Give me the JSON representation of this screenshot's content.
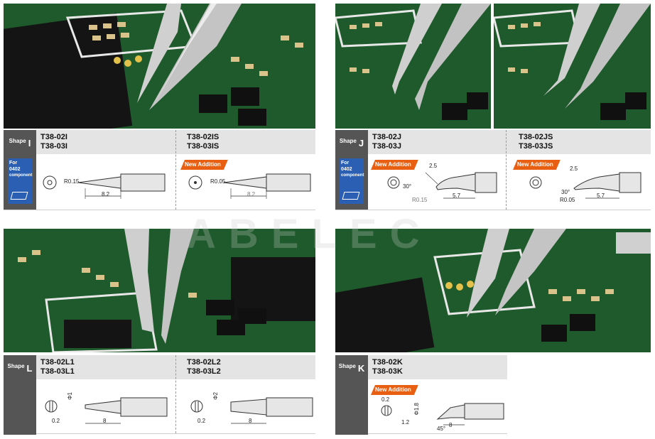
{
  "watermark": "ABELEC",
  "colors": {
    "board": "#1f5a2c",
    "tip": "#c9c9c9",
    "badge": "#e85f12",
    "label_bg": "#e4e4e4",
    "tab": "#555555",
    "for0402": "#2a5fb4"
  },
  "shape_i": {
    "label": "Shape",
    "letter": "I",
    "left": {
      "models": [
        "T38-02I",
        "T38-03I"
      ],
      "radius": "R0.15",
      "length": "8.2"
    },
    "right": {
      "models": [
        "T38-02IS",
        "T38-03IS"
      ],
      "badge": "New Addition",
      "radius": "R0.05",
      "length": "8.2"
    },
    "for0402": {
      "line1": "For",
      "line2": "0402",
      "line3": "component"
    }
  },
  "shape_j": {
    "label": "Shape",
    "letter": "J",
    "left": {
      "models": [
        "T38-02J",
        "T38-03J"
      ],
      "badge": "New Addition",
      "dim_top": "2.5",
      "angle": "30°",
      "length": "5.7",
      "radius": "R0.15"
    },
    "right": {
      "models": [
        "T38-02JS",
        "T38-03JS"
      ],
      "badge": "New Addition",
      "dim_top": "2.5",
      "angle": "30°",
      "length": "5.7",
      "radius": "R0.05"
    },
    "for0402": {
      "line1": "For",
      "line2": "0402",
      "line3": "component"
    }
  },
  "shape_l": {
    "label": "Shape",
    "letter": "L",
    "left": {
      "models": [
        "T38-02L1",
        "T38-03L1"
      ],
      "phi": "Φ1",
      "thick": "0.2",
      "length": "8"
    },
    "right": {
      "models": [
        "T38-02L2",
        "T38-03L2"
      ],
      "phi": "Φ2",
      "thick": "0.2",
      "length": "8"
    }
  },
  "shape_k": {
    "label": "Shape",
    "letter": "K",
    "models": [
      "T38-02K",
      "T38-03K"
    ],
    "badge": "New Addition",
    "thick": "0.2",
    "phi": "Φ1.8",
    "w": "1.2",
    "length": "8",
    "angle": "45°"
  }
}
